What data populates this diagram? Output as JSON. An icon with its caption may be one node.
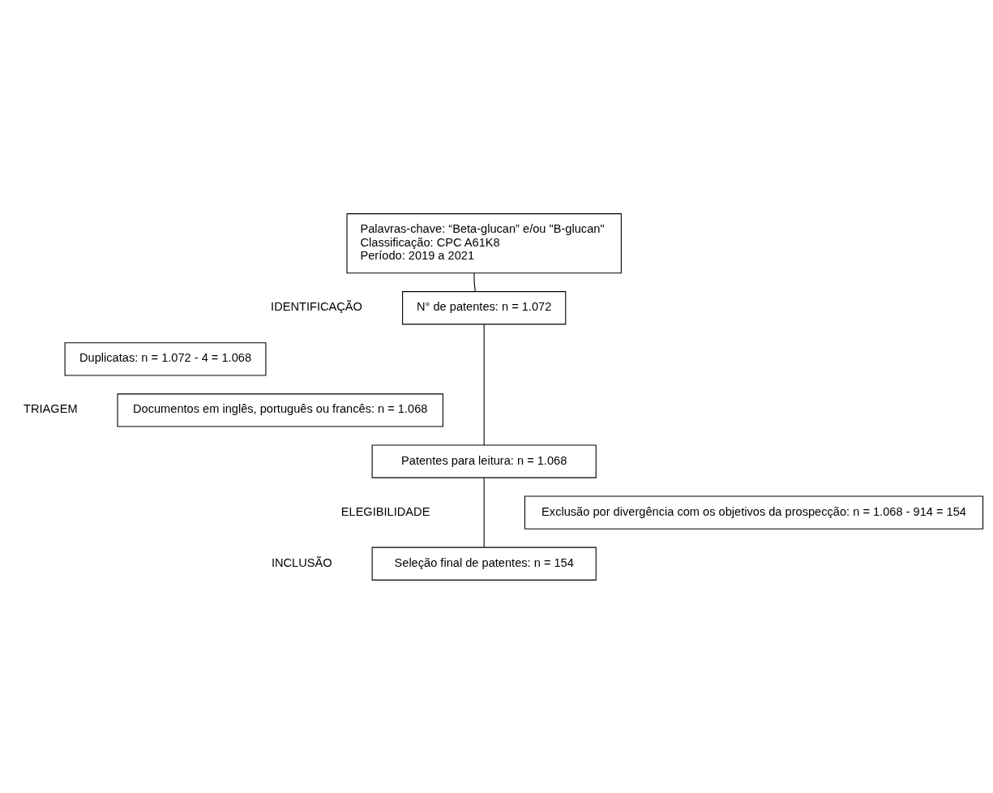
{
  "diagram": {
    "nodes": [
      {
        "text": [
          "Palavras-chave: “Beta-glucan” e/ou \"B-glucan\"",
          "Classificação: CPC A61K8",
          "Período: 2019 a 2021"
        ]
      },
      {
        "text": [
          "N° de patentes: n = 1.072"
        ]
      },
      {
        "text": [
          "Duplicatas: n = 1.072 - 4 = 1.068"
        ]
      },
      {
        "text": [
          "Documentos em inglês, português ou francês: n = 1.068"
        ]
      },
      {
        "text": [
          "Patentes para leitura: n = 1.068"
        ]
      },
      {
        "text": [
          "Exclusão por divergência com os objetivos da prospecção: n = 1.068 - 914 = 154"
        ]
      },
      {
        "text": [
          "Seleção final de patentes: n = 154"
        ]
      }
    ],
    "edges": [
      {
        "from": 0,
        "to": 1,
        "arrow": "none"
      },
      {
        "from": 1,
        "to": 4,
        "arrow": "none"
      },
      {
        "from": 4,
        "to": 6,
        "arrow": "none"
      }
    ],
    "labels": [
      "IDENTIFICAÇÃO",
      "TRIAGEM",
      "ELEGIBILIDADE",
      "INCLUSÃO"
    ]
  }
}
